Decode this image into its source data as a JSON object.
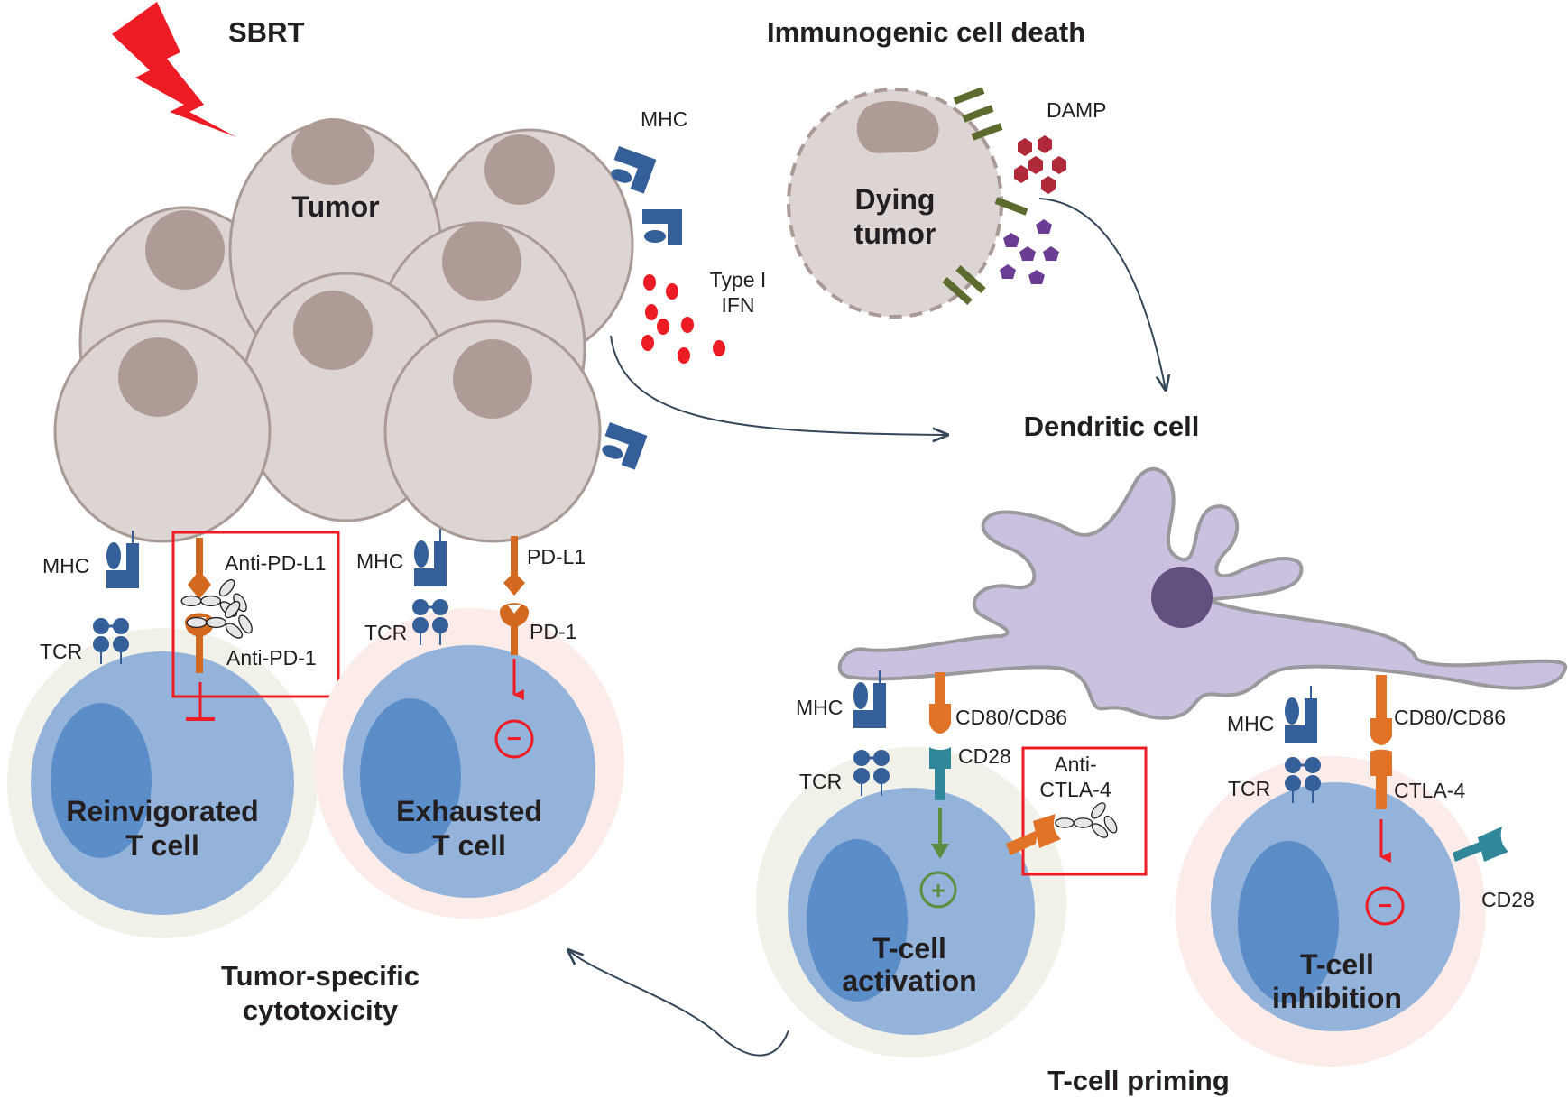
{
  "diagram": {
    "headings": {
      "sbrt": "SBRT",
      "icd": "Immunogenic cell death",
      "dendritic": "Dendritic cell",
      "cytotoxicity_line1": "Tumor-specific",
      "cytotoxicity_line2": "cytotoxicity",
      "priming": "T-cell priming"
    },
    "tumor": {
      "label": "Tumor",
      "mhc_label": "MHC",
      "ifn_line1": "Type I",
      "ifn_line2": "IFN"
    },
    "dying_tumor": {
      "line1": "Dying",
      "line2": "tumor",
      "damp_label": "DAMP"
    },
    "reinvigorated": {
      "line1": "Reinvigorated",
      "line2": "T cell",
      "mhc": "MHC",
      "tcr": "TCR",
      "anti_pdl1": "Anti-PD-L1",
      "anti_pd1": "Anti-PD-1"
    },
    "exhausted": {
      "line1": "Exhausted",
      "line2": "T cell",
      "mhc": "MHC",
      "tcr": "TCR",
      "pdl1": "PD-L1",
      "pd1": "PD-1"
    },
    "activation": {
      "line1": "T-cell",
      "line2": "activation",
      "mhc": "MHC",
      "tcr": "TCR",
      "cd80": "CD80/CD86",
      "cd28": "CD28",
      "anti_ctla4_line1": "Anti-",
      "anti_ctla4_line2": "CTLA-4"
    },
    "inhibition": {
      "line1": "T-cell",
      "line2": "inhibition",
      "mhc": "MHC",
      "tcr": "TCR",
      "cd80": "CD80/CD86",
      "ctla4": "CTLA-4",
      "cd28": "CD28"
    },
    "signs": {
      "minus": "−",
      "plus": "+"
    },
    "colors": {
      "tumor_fill": "#ddd5d3",
      "tumor_stroke": "#aa9a95",
      "nucleus": "#ae9b96",
      "tcell_outer": "#93b3da",
      "tcell_nucleus": "#5b8dc9",
      "halo_green": "#f1f1ea",
      "halo_pink": "#fcece9",
      "mhc_blue": "#345f99",
      "orange": "#e07328",
      "teal": "#2f8799",
      "red": "#ed1c24",
      "green_arrow": "#5e8c3f",
      "dc_fill": "#cbc0df",
      "dc_stroke": "#9a9a9e",
      "dc_nucleus": "#625080",
      "damp_hex": "#b02a3a",
      "damp_pent": "#6a3d93",
      "calreticulin": "#5c6b2e",
      "arrow": "#35475a"
    }
  }
}
